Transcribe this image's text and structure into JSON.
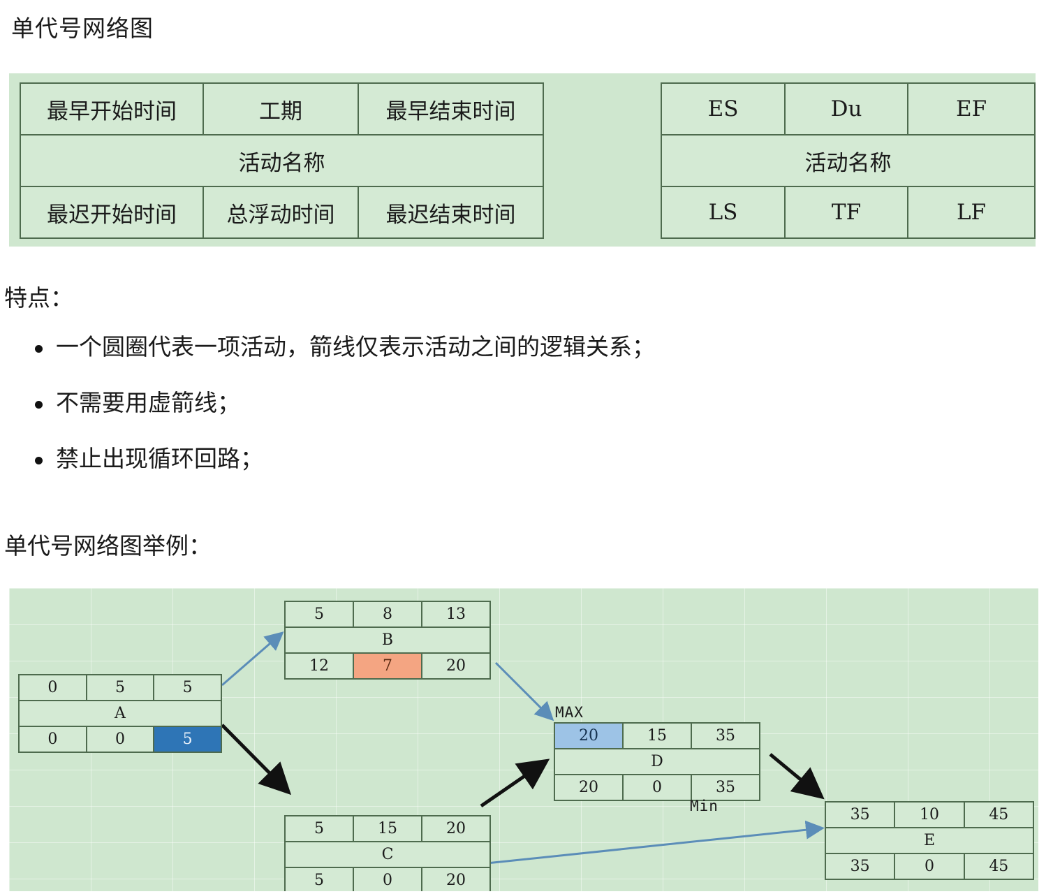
{
  "doc": {
    "title": "单代号网络图",
    "features_heading": "特点：",
    "example_heading": "单代号网络图举例："
  },
  "legend": {
    "left_table": {
      "row1": [
        "最早开始时间",
        "工期",
        "最早结束时间"
      ],
      "row2": "活动名称",
      "row3": [
        "最迟开始时间",
        "总浮动时间",
        "最迟结束时间"
      ]
    },
    "right_table": {
      "row1": [
        "ES",
        "Du",
        "EF"
      ],
      "row2": "活动名称",
      "row3": [
        "LS",
        "TF",
        "LF"
      ]
    }
  },
  "features": [
    "一个圆圈代表一项活动，箭线仅表示活动之间的逻辑关系；",
    "不需要用虚箭线；",
    "禁止出现循环回路；"
  ],
  "diagram": {
    "annotations": {
      "max": "MAX",
      "min": "Min"
    },
    "colors": {
      "background": "#cfe7cf",
      "node_fill": "#d4ead4",
      "node_border": "#4e6b4e",
      "highlight_dark_blue": "#2e75b6",
      "highlight_light_blue": "#9dc3e6",
      "highlight_orange": "#f4a582",
      "arrow_black": "#111111",
      "arrow_blue": "#5b8db8"
    },
    "nodes": [
      {
        "id": "A",
        "es": "0",
        "du": "5",
        "ef": "5",
        "name": "A",
        "ls": "0",
        "tf": "0",
        "lf": "5"
      },
      {
        "id": "B",
        "es": "5",
        "du": "8",
        "ef": "13",
        "name": "B",
        "ls": "12",
        "tf": "7",
        "lf": "20"
      },
      {
        "id": "C",
        "es": "5",
        "du": "15",
        "ef": "20",
        "name": "C",
        "ls": "5",
        "tf": "0",
        "lf": "20"
      },
      {
        "id": "D",
        "es": "20",
        "du": "15",
        "ef": "35",
        "name": "D",
        "ls": "20",
        "tf": "0",
        "lf": "35"
      },
      {
        "id": "E",
        "es": "35",
        "du": "10",
        "ef": "45",
        "name": "E",
        "ls": "35",
        "tf": "0",
        "lf": "45"
      }
    ],
    "edges": [
      {
        "from": "A",
        "to": "B",
        "style": "blue"
      },
      {
        "from": "A",
        "to": "C",
        "style": "black"
      },
      {
        "from": "B",
        "to": "D",
        "style": "blue"
      },
      {
        "from": "C",
        "to": "D",
        "style": "black"
      },
      {
        "from": "D",
        "to": "E",
        "style": "black"
      },
      {
        "from": "C",
        "to": "E",
        "style": "blue"
      }
    ]
  }
}
